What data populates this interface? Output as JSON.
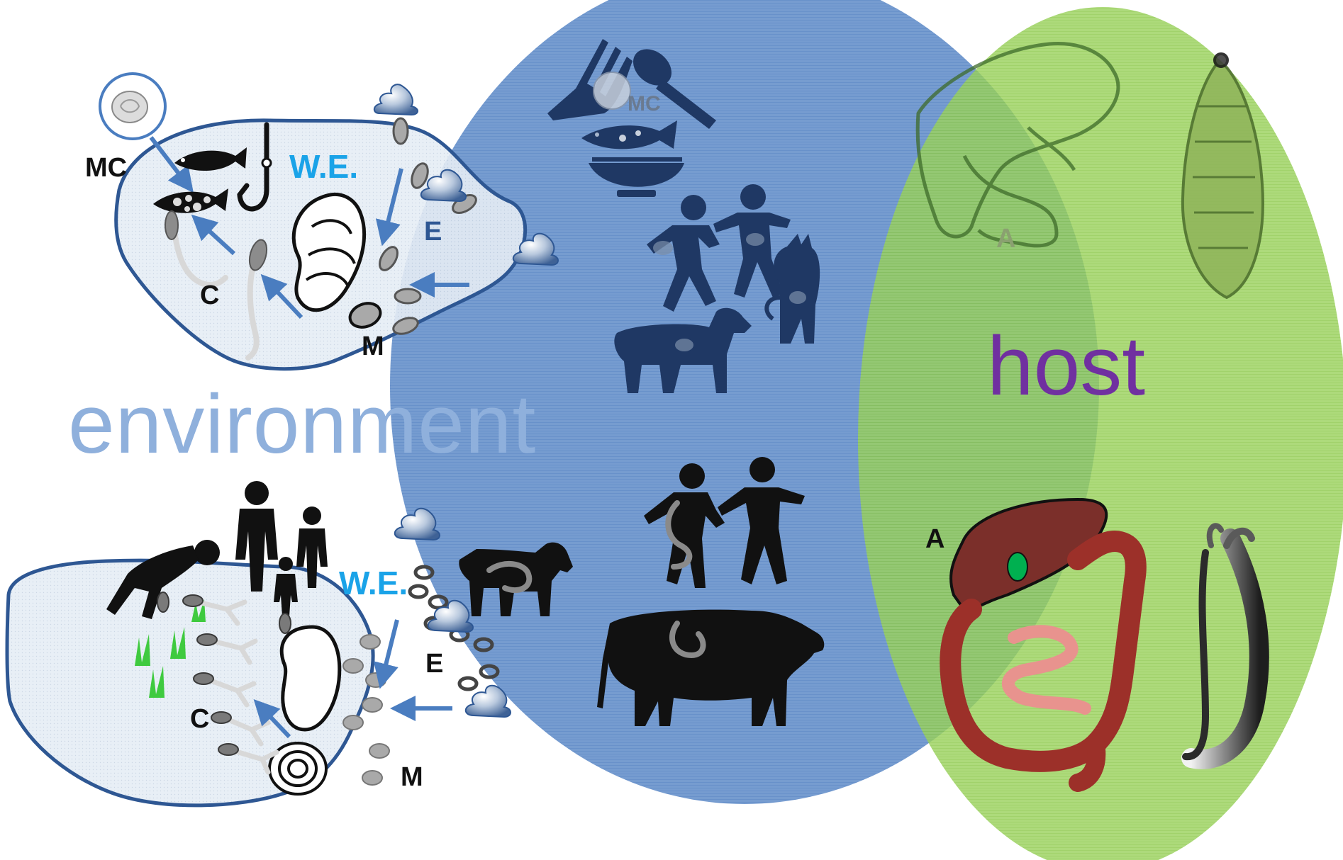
{
  "regions": {
    "environment_label": "environment",
    "host_label": "host"
  },
  "top_cycle": {
    "water_label": "W.E.",
    "metacercaria_label": "MC",
    "egg_label": "E",
    "cercaria_label": "C",
    "miracidium_label": "M",
    "food_metacercaria_label": "MC",
    "adult_label": "A"
  },
  "bottom_cycle": {
    "water_label": "W.E.",
    "egg_label": "E",
    "cercaria_label": "C",
    "miracidium_label": "M",
    "adult_label": "A"
  },
  "colors": {
    "environment_ellipse": "#5b87c5",
    "host_ellipse": "#92d050",
    "water_fill": "#e4ebf3",
    "water_outline": "#2e5793",
    "arrow": "#4a7dc0",
    "silhouette": "#1f3864",
    "label_env": "#8fb0dc",
    "label_host": "#7030a0",
    "label_we": "#1aa3e8",
    "liver": "#7b2f2a",
    "intestine": "#9c3029",
    "small_intestine": "#e8938e",
    "gallbladder": "#00b050"
  },
  "icons": [
    "fork-icon",
    "spoon-icon",
    "fish-icon",
    "bowl-icon",
    "hook-icon",
    "snail-icon",
    "feces-icon",
    "egg-icon",
    "cercaria-icon",
    "human-icon",
    "dog-icon",
    "cat-icon",
    "buffalo-icon",
    "liver-icon",
    "fluke-icon",
    "schistosome-icon",
    "grass-icon"
  ]
}
